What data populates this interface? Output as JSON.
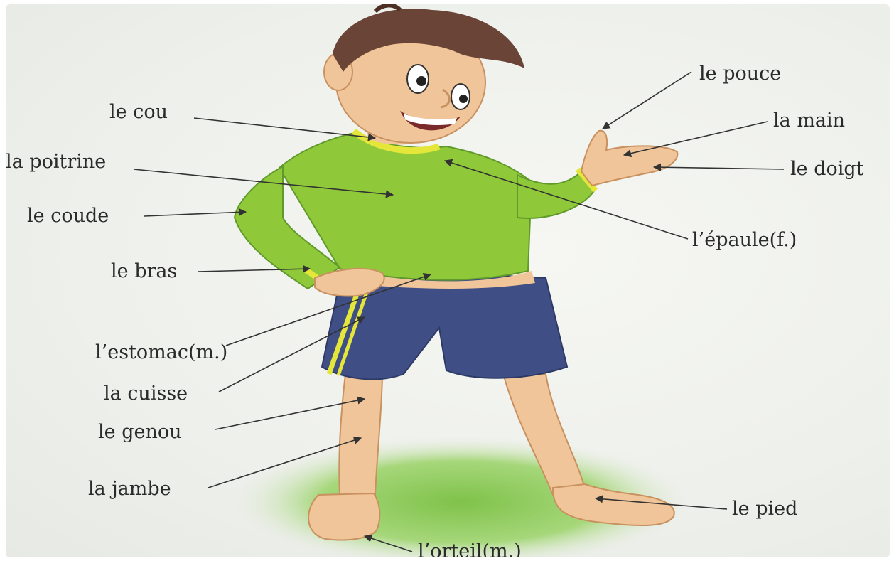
{
  "labels": {
    "le_pouce": "le pouce",
    "le_cou": "le cou",
    "la_main": "la main",
    "la_poitrine": "la poitrine",
    "le_doigt": "le doigt",
    "le_coude": "le coude",
    "l_epaule": "l’épaule(f.)",
    "le_bras": "le bras",
    "l_estomac": "l’estomac(m.)",
    "la_cuisse": "la cuisse",
    "le_genou": "le genou",
    "la_jambe": "la jambe",
    "le_pied": "le pied",
    "l_orteil": "l’orteil(m.)"
  },
  "colors": {
    "skin": "#f0c59a",
    "shirt": "#8fc93a",
    "collar": "#e4e63a",
    "shorts": "#3f4f86",
    "hair": "#6a4436",
    "grass": "#8ecb5c"
  }
}
